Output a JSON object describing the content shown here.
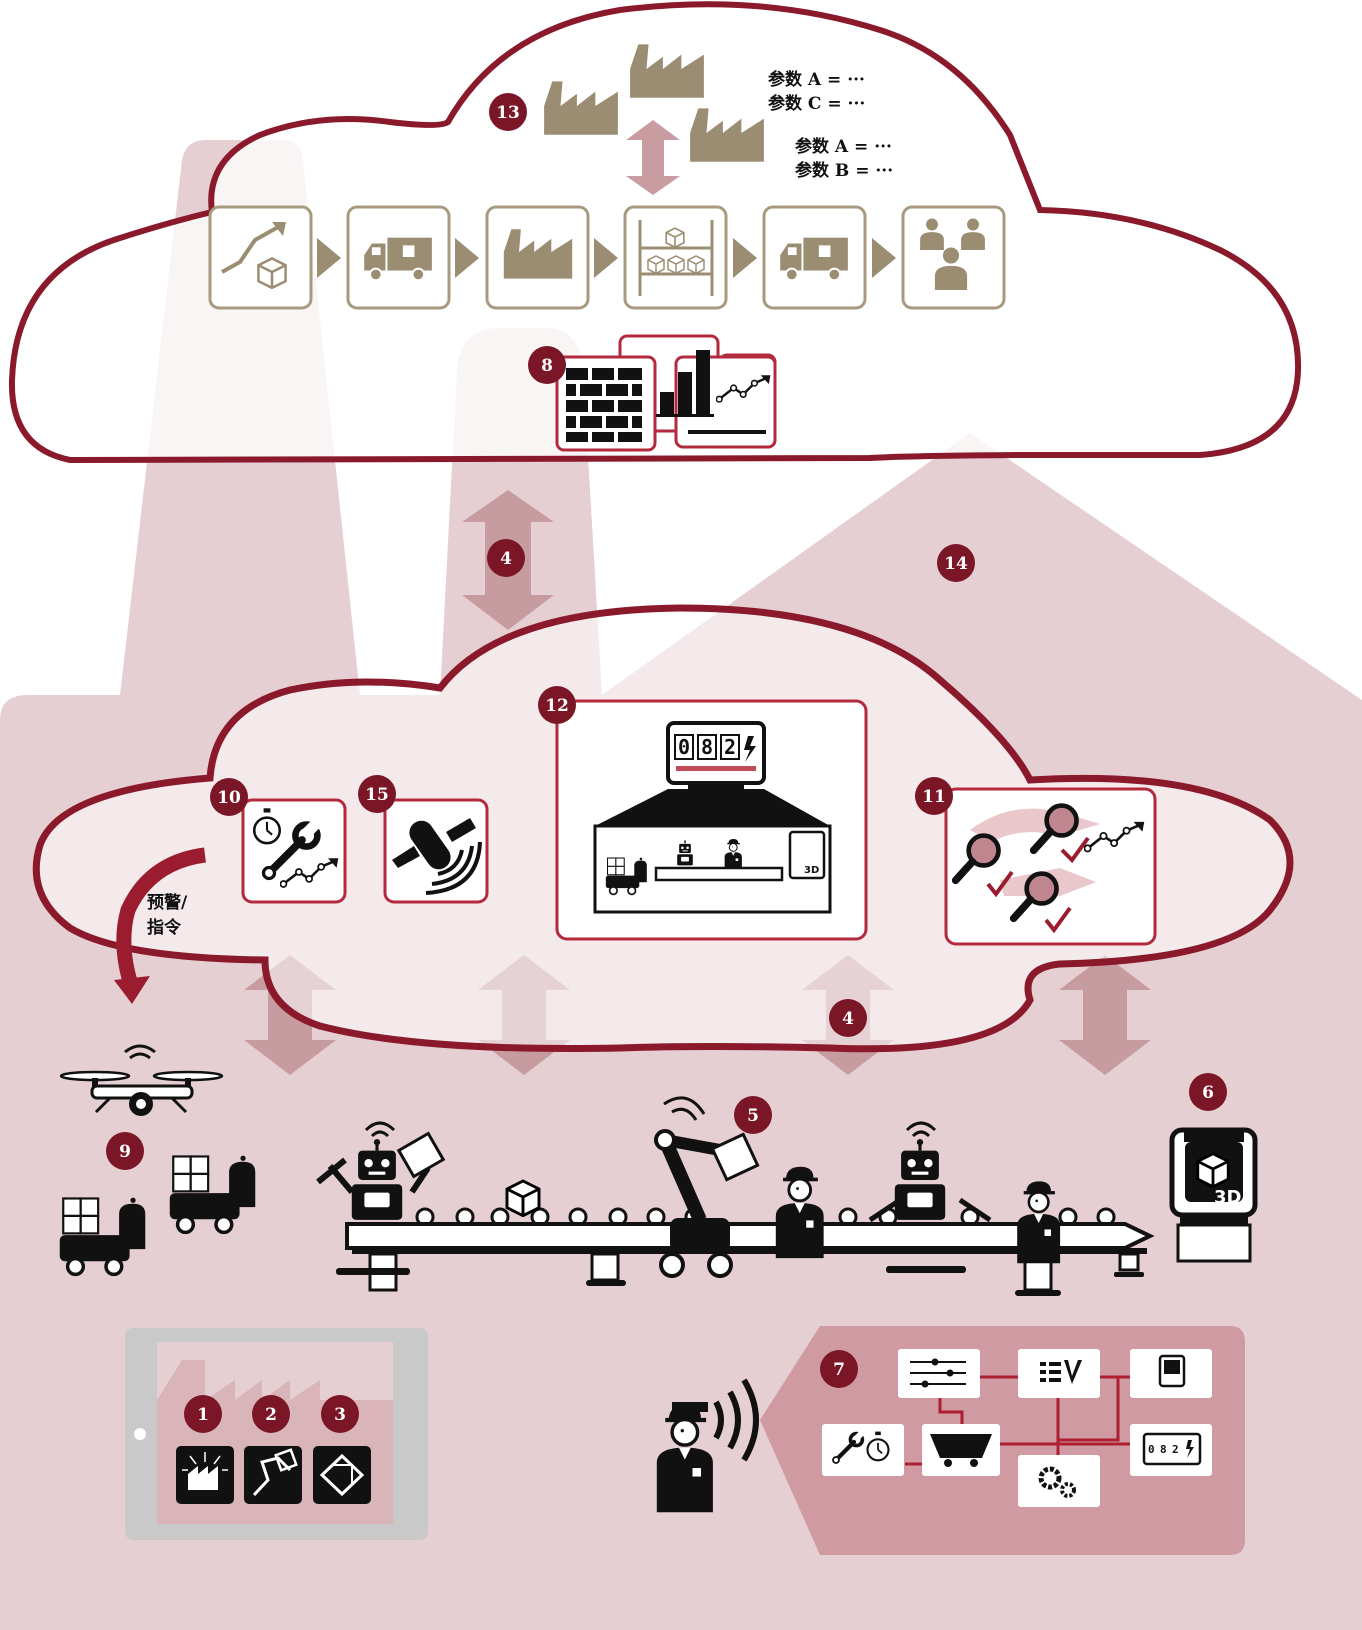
{
  "colors": {
    "cloud_outline": "#8a1a2b",
    "badge": "#7a1626",
    "factory_fill": "#e6cfd2",
    "arrow_fill": "#c79ca1",
    "process_icon": "#9b8d72",
    "panel_bg": "#cf9aa1",
    "tablet_frame": "#c9c9c9",
    "ink": "#111111"
  },
  "badges": {
    "b1": "1",
    "b2": "2",
    "b3": "3",
    "b4a": "4",
    "b4b": "4",
    "b5": "5",
    "b6": "6",
    "b7": "7",
    "b8": "8",
    "b9": "9",
    "b10": "10",
    "b11": "11",
    "b12": "12",
    "b13": "13",
    "b14": "14",
    "b15": "15"
  },
  "params": {
    "upper": [
      "参数 A = ···",
      "参数 C = ···"
    ],
    "lower": [
      "参数 A = ···",
      "参数 B = ···"
    ]
  },
  "alert_label": [
    "预警/",
    "指令"
  ],
  "supply_chain_steps": [
    {
      "icon": "growth-chart-box-icon"
    },
    {
      "icon": "delivery-truck-icon"
    },
    {
      "icon": "factory-icon"
    },
    {
      "icon": "warehouse-shelf-icon"
    },
    {
      "icon": "delivery-truck-icon"
    },
    {
      "icon": "customers-group-icon"
    }
  ],
  "counter_digits": [
    "0",
    "8",
    "2"
  ],
  "panel_counter_digits": [
    "0",
    "8",
    "2"
  ],
  "printer_label": "3D"
}
